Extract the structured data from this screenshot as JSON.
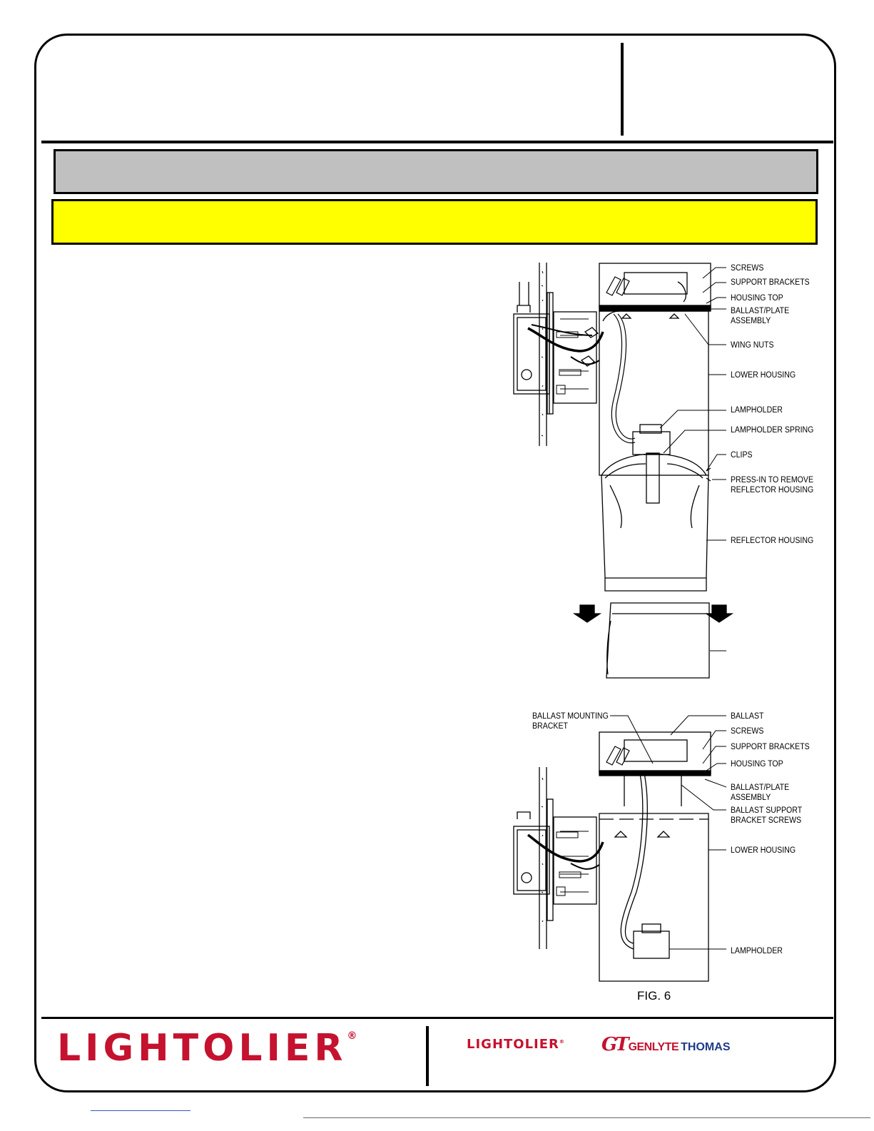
{
  "header": {
    "title": "",
    "subtitle": ""
  },
  "labels_top": [
    {
      "id": "screws",
      "text": "SCREWS"
    },
    {
      "id": "support-brackets",
      "text": "SUPPORT BRACKETS"
    },
    {
      "id": "housing-top",
      "text": "HOUSING TOP"
    },
    {
      "id": "ballast-plate",
      "text": "BALLAST/PLATE\nASSEMBLY"
    },
    {
      "id": "wing-nuts",
      "text": "WING NUTS"
    },
    {
      "id": "lower-housing",
      "text": "LOWER HOUSING"
    },
    {
      "id": "lampholder",
      "text": "LAMPHOLDER"
    },
    {
      "id": "lampholder-spring",
      "text": "LAMPHOLDER SPRING"
    },
    {
      "id": "clips",
      "text": "CLIPS"
    },
    {
      "id": "press-in",
      "text": "PRESS-IN TO REMOVE\nREFLECTOR HOUSING"
    },
    {
      "id": "reflector-housing",
      "text": "REFLECTOR HOUSING"
    }
  ],
  "labels_bottom": [
    {
      "id": "ballast-mounting-bracket",
      "text": "BALLAST MOUNTING\nBRACKET"
    },
    {
      "id": "ballast",
      "text": "BALLAST"
    },
    {
      "id": "screws-2",
      "text": "SCREWS"
    },
    {
      "id": "support-brackets-2",
      "text": "SUPPORT BRACKETS"
    },
    {
      "id": "housing-top-2",
      "text": "HOUSING TOP"
    },
    {
      "id": "ballast-plate-2",
      "text": "BALLAST/PLATE\nASSEMBLY"
    },
    {
      "id": "ballast-support-screws",
      "text": "BALLAST SUPPORT\nBRACKET SCREWS"
    },
    {
      "id": "lower-housing-2",
      "text": "LOWER HOUSING"
    },
    {
      "id": "lampholder-2",
      "text": "LAMPHOLDER"
    }
  ],
  "figure_caption": "FIG. 6",
  "footer": {
    "logo_main": "LIGHTOLIER",
    "logo_small": "LIGHTOLIER",
    "gt_mark": "GT",
    "gt_genlyte": "GENLYTE",
    "gt_thomas": "THOMAS",
    "registered": "®"
  }
}
